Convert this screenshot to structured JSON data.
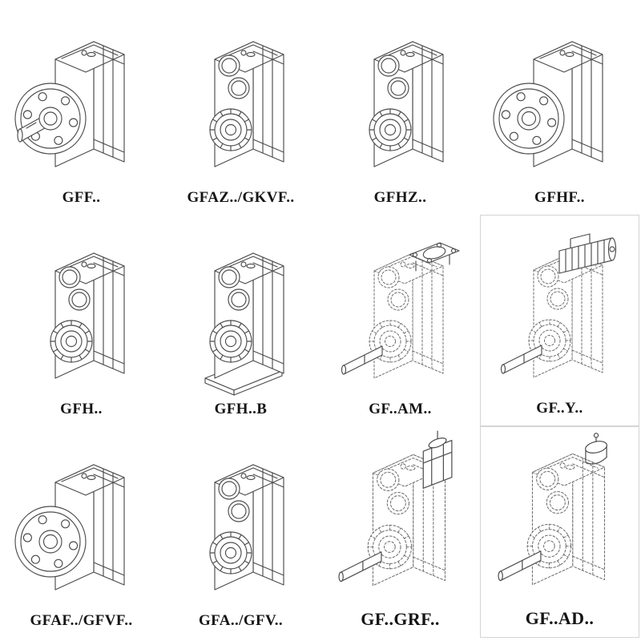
{
  "page": {
    "background": "#ffffff",
    "line_color_solid": "#4c4c4c",
    "line_color_dashed": "#6f6f6f",
    "description": "Catalog sheet of GF-series helical gear reducer model variants, 4 columns by 3 rows of isometric technical line drawings with model code captions"
  },
  "catalog": {
    "rows": 3,
    "cols": 4,
    "items": [
      {
        "label": "GFF..",
        "drawing": "gearbox-output-flange-solid-shaft",
        "line_style": "solid"
      },
      {
        "label": "GFAZ../GKVF..",
        "drawing": "gearbox-hollow-shaft-bearing-ring",
        "line_style": "solid"
      },
      {
        "label": "GFHZ..",
        "drawing": "gearbox-hollow-shaft-bearing-ring",
        "line_style": "solid"
      },
      {
        "label": "GFHF..",
        "drawing": "gearbox-flange-hollow-shaft",
        "line_style": "solid"
      },
      {
        "label": "GFH..",
        "drawing": "gearbox-hollow-shaft-bearing-ring",
        "line_style": "solid"
      },
      {
        "label": "GFH..B",
        "drawing": "gearbox-hollow-shaft-foot-mounted",
        "line_style": "solid"
      },
      {
        "label": "GF..AM..",
        "drawing": "gearbox-motor-adapter-flange",
        "line_style": "dashed"
      },
      {
        "label": "GF..Y..",
        "drawing": "gearbox-with-mounted-motor",
        "line_style": "dashed"
      },
      {
        "label": "GFAF../GFVF..",
        "drawing": "gearbox-output-flange-hollow-shaft",
        "line_style": "solid"
      },
      {
        "label": "GFA../GFV..",
        "drawing": "gearbox-hollow-shaft-bearing-ring",
        "line_style": "solid"
      },
      {
        "label": "GF..GRF..",
        "drawing": "gearbox-input-gear-unit",
        "line_style": "dashed"
      },
      {
        "label": "GF..AD..",
        "drawing": "gearbox-input-shaft-adapter",
        "line_style": "dashed"
      }
    ]
  }
}
